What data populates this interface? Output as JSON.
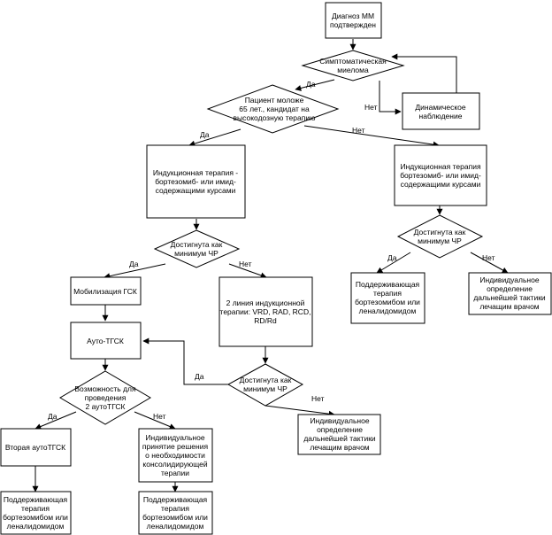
{
  "colors": {
    "stroke": "#000000",
    "fill": "#ffffff",
    "text": "#000000"
  },
  "nodes": {
    "diagnosis": [
      "Диагноз ММ",
      "подтвержден"
    ],
    "symptomatic": [
      "Симптоматическая",
      "миелома"
    ],
    "dynamic": [
      "Динамическое",
      "наблюдение"
    ],
    "young": [
      "Пациент моложе",
      "65 лет., кандидат на",
      "высокодозную терапию"
    ],
    "induction_left": [
      "Индукционная терапия -",
      "бортезомиб- или имид-",
      "содержащими курсами"
    ],
    "induction_right": [
      "Индукционная терапия",
      "бортезомиб- или имид-",
      "содержащими курсами"
    ],
    "response_left": [
      "Достигнута как",
      "минимум ЧР"
    ],
    "response_right": [
      "Достигнута как",
      "минимум ЧР"
    ],
    "maint_right": [
      "Поддерживающая",
      "терапия",
      "бортезомибом или",
      "леналидомидом"
    ],
    "indiv_right": [
      "Индивидуальное",
      "определение",
      "дальнейшей тактики",
      "лечащим врачом"
    ],
    "mobilization": [
      "Мобилизация ГСК"
    ],
    "second_line": [
      "2 линия индукционной",
      "терапии: VRD, RAD, RCD,",
      "RD/Rd"
    ],
    "auto": [
      "Ауто-ТГСК"
    ],
    "possibility": [
      "Возможность для",
      "проведения",
      "2 аутоТГСК"
    ],
    "response_second": [
      "Достигнута как",
      "минимум ЧР"
    ],
    "indiv_second": [
      "Индивидуальное",
      "определение",
      "дальнейшей тактики",
      "лечащим врачом"
    ],
    "second_auto": [
      "Вторая аутоТГСК"
    ],
    "indiv_consolidation": [
      "Индивидуальное",
      "принятие решения",
      "о необходимости",
      "консолидирующей",
      "терапии"
    ],
    "maint_left": [
      "Поддерживающая",
      "терапия",
      "бортезомибом или",
      "леналидомидом"
    ],
    "maint_center": [
      "Поддерживающая",
      "терапия",
      "бортезомибом или",
      "леналидомидом"
    ]
  },
  "edge_labels": {
    "symptomatic_yes": "Да",
    "symptomatic_no": "Нет",
    "young_yes": "Да",
    "young_no": "Нет",
    "response_left_yes": "Да",
    "response_left_no": "Нет",
    "response_right_yes": "Да",
    "response_right_no": "Нет",
    "response_second_yes": "Да",
    "response_second_no": "Нет",
    "possibility_yes": "Да",
    "possibility_no": "Нет"
  }
}
